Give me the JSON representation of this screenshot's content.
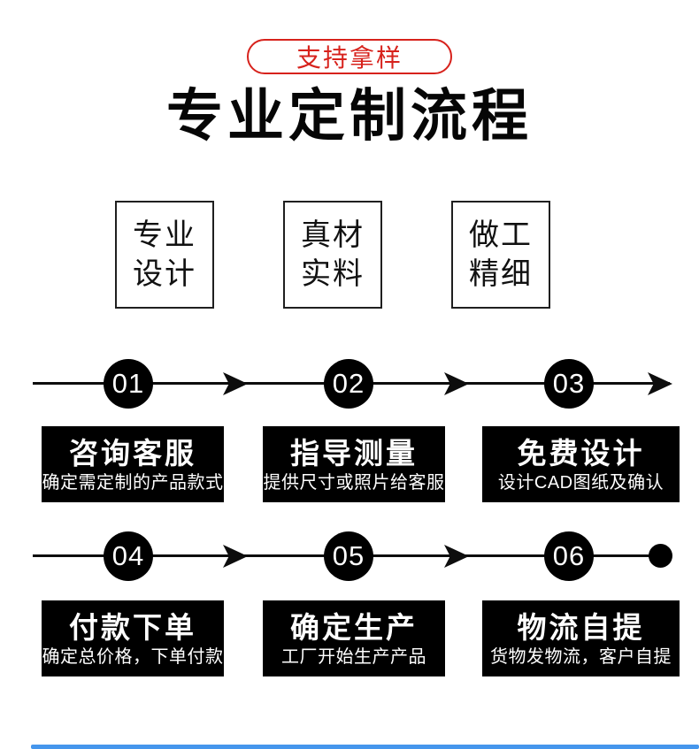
{
  "header": {
    "badge": "支持拿样",
    "title": "专业定制流程"
  },
  "features": [
    {
      "line1": "专业",
      "line2": "设计"
    },
    {
      "line1": "真材",
      "line2": "实料"
    },
    {
      "line1": "做工",
      "line2": "精细"
    }
  ],
  "rows": [
    {
      "steps": [
        {
          "number": "01",
          "title": "咨询客服",
          "desc": "确定需定制的产品款式"
        },
        {
          "number": "02",
          "title": "指导测量",
          "desc": "提供尺寸或照片给客服"
        },
        {
          "number": "03",
          "title": "免费设计",
          "desc": "设计CAD图纸及确认"
        }
      ]
    },
    {
      "steps": [
        {
          "number": "04",
          "title": "付款下单",
          "desc": "确定总价格，下单付款"
        },
        {
          "number": "05",
          "title": "确定生产",
          "desc": "工厂开始生产产品"
        },
        {
          "number": "06",
          "title": "物流自提",
          "desc": "货物发物流，客户自提"
        }
      ]
    }
  ],
  "colors": {
    "accent_red": "#d7221c",
    "step_black": "#000000",
    "scrollbar_blue": "#4596ec"
  }
}
